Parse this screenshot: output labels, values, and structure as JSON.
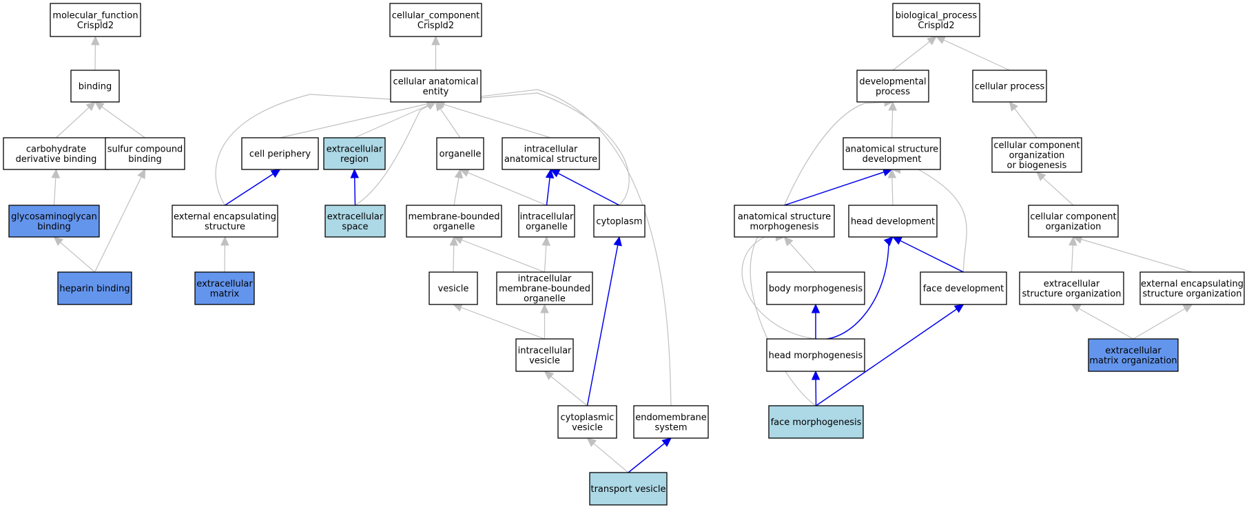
{
  "colors": {
    "node_default": "#ffffff",
    "node_highlight_dark": "#6495ed",
    "node_highlight_light": "#add8e6",
    "edge_gray": "#c0c0c0",
    "edge_blue": "#0000ee",
    "node_border": "#000000"
  },
  "nodes": {
    "mf_root": {
      "lines": [
        "molecular_function",
        "Crispld2"
      ],
      "fill": "white"
    },
    "binding": {
      "lines": [
        "binding"
      ],
      "fill": "white"
    },
    "carb_binding": {
      "lines": [
        "carbohydrate",
        "derivative binding"
      ],
      "fill": "white"
    },
    "sulfur_binding": {
      "lines": [
        "sulfur compound",
        "binding"
      ],
      "fill": "white"
    },
    "gag_binding": {
      "lines": [
        "glycosaminoglycan",
        "binding"
      ],
      "fill": "dark"
    },
    "heparin_binding": {
      "lines": [
        "heparin binding"
      ],
      "fill": "dark"
    },
    "cc_root": {
      "lines": [
        "cellular_component",
        "Crispld2"
      ],
      "fill": "white"
    },
    "cae": {
      "lines": [
        "cellular anatomical",
        "entity"
      ],
      "fill": "white"
    },
    "cell_periphery": {
      "lines": [
        "cell periphery"
      ],
      "fill": "white"
    },
    "ext_region": {
      "lines": [
        "extracellular",
        "region"
      ],
      "fill": "light"
    },
    "organelle": {
      "lines": [
        "organelle"
      ],
      "fill": "white"
    },
    "ic_anat": {
      "lines": [
        "intracellular",
        "anatomical structure"
      ],
      "fill": "white"
    },
    "ext_encap": {
      "lines": [
        "external encapsulating",
        "structure"
      ],
      "fill": "white"
    },
    "ext_space": {
      "lines": [
        "extracellular",
        "space"
      ],
      "fill": "light"
    },
    "mb_org": {
      "lines": [
        "membrane-bounded",
        "organelle"
      ],
      "fill": "white"
    },
    "ic_org": {
      "lines": [
        "intracellular",
        "organelle"
      ],
      "fill": "white"
    },
    "cytoplasm": {
      "lines": [
        "cytoplasm"
      ],
      "fill": "white"
    },
    "ecm": {
      "lines": [
        "extracellular",
        "matrix"
      ],
      "fill": "dark"
    },
    "vesicle": {
      "lines": [
        "vesicle"
      ],
      "fill": "white"
    },
    "ic_mb_org": {
      "lines": [
        "intracellular",
        "membrane-bounded",
        "organelle"
      ],
      "fill": "white"
    },
    "ic_vesicle": {
      "lines": [
        "intracellular",
        "vesicle"
      ],
      "fill": "white"
    },
    "cyto_vesicle": {
      "lines": [
        "cytoplasmic",
        "vesicle"
      ],
      "fill": "white"
    },
    "endomembrane": {
      "lines": [
        "endomembrane",
        "system"
      ],
      "fill": "white"
    },
    "transport_vesicle": {
      "lines": [
        "transport vesicle"
      ],
      "fill": "light"
    },
    "bp_root": {
      "lines": [
        "biological_process",
        "Crispld2"
      ],
      "fill": "white"
    },
    "dev_process": {
      "lines": [
        "developmental",
        "process"
      ],
      "fill": "white"
    },
    "cell_process": {
      "lines": [
        "cellular process"
      ],
      "fill": "white"
    },
    "asd": {
      "lines": [
        "anatomical structure",
        "development"
      ],
      "fill": "white"
    },
    "ccob": {
      "lines": [
        "cellular component",
        "organization",
        "or biogenesis"
      ],
      "fill": "white"
    },
    "asm": {
      "lines": [
        "anatomical structure",
        "morphogenesis"
      ],
      "fill": "white"
    },
    "head_dev": {
      "lines": [
        "head development"
      ],
      "fill": "white"
    },
    "cco": {
      "lines": [
        "cellular component",
        "organization"
      ],
      "fill": "white"
    },
    "body_morph": {
      "lines": [
        "body morphogenesis"
      ],
      "fill": "white"
    },
    "face_dev": {
      "lines": [
        "face development"
      ],
      "fill": "white"
    },
    "ext_struct_org": {
      "lines": [
        "extracellular",
        "structure organization"
      ],
      "fill": "white"
    },
    "ext_encap_org": {
      "lines": [
        "external encapsulating",
        "structure organization"
      ],
      "fill": "white"
    },
    "head_morph": {
      "lines": [
        "head morphogenesis"
      ],
      "fill": "white"
    },
    "ecm_org": {
      "lines": [
        "extracellular",
        "matrix organization"
      ],
      "fill": "dark"
    },
    "face_morph": {
      "lines": [
        "face morphogenesis"
      ],
      "fill": "light"
    }
  },
  "edges": [
    {
      "from": "binding",
      "to": "mf_root",
      "color": "gray"
    },
    {
      "from": "carb_binding",
      "to": "binding",
      "color": "gray"
    },
    {
      "from": "sulfur_binding",
      "to": "binding",
      "color": "gray"
    },
    {
      "from": "gag_binding",
      "to": "carb_binding",
      "color": "gray"
    },
    {
      "from": "heparin_binding",
      "to": "gag_binding",
      "color": "gray"
    },
    {
      "from": "heparin_binding",
      "to": "sulfur_binding",
      "color": "gray"
    },
    {
      "from": "cae",
      "to": "cc_root",
      "color": "gray"
    },
    {
      "from": "cell_periphery",
      "to": "cae",
      "color": "gray"
    },
    {
      "from": "ext_region",
      "to": "cae",
      "color": "gray"
    },
    {
      "from": "organelle",
      "to": "cae",
      "color": "gray"
    },
    {
      "from": "ic_anat",
      "to": "cae",
      "color": "gray"
    },
    {
      "from": "ext_encap",
      "to": "cae",
      "color": "gray"
    },
    {
      "from": "ext_space",
      "to": "cae",
      "color": "gray"
    },
    {
      "from": "cytoplasm",
      "to": "cae",
      "color": "gray"
    },
    {
      "from": "endomembrane",
      "to": "cae",
      "color": "gray"
    },
    {
      "from": "ext_encap",
      "to": "cell_periphery",
      "color": "blue"
    },
    {
      "from": "ext_space",
      "to": "ext_region",
      "color": "blue"
    },
    {
      "from": "mb_org",
      "to": "organelle",
      "color": "gray"
    },
    {
      "from": "ic_org",
      "to": "organelle",
      "color": "gray"
    },
    {
      "from": "ic_org",
      "to": "ic_anat",
      "color": "blue"
    },
    {
      "from": "cytoplasm",
      "to": "ic_anat",
      "color": "blue"
    },
    {
      "from": "ecm",
      "to": "ext_encap",
      "color": "gray"
    },
    {
      "from": "vesicle",
      "to": "mb_org",
      "color": "gray"
    },
    {
      "from": "ic_mb_org",
      "to": "mb_org",
      "color": "gray"
    },
    {
      "from": "ic_mb_org",
      "to": "ic_org",
      "color": "gray"
    },
    {
      "from": "ic_vesicle",
      "to": "vesicle",
      "color": "gray"
    },
    {
      "from": "ic_vesicle",
      "to": "ic_mb_org",
      "color": "gray"
    },
    {
      "from": "cyto_vesicle",
      "to": "ic_vesicle",
      "color": "gray"
    },
    {
      "from": "cyto_vesicle",
      "to": "cytoplasm",
      "color": "blue"
    },
    {
      "from": "transport_vesicle",
      "to": "cyto_vesicle",
      "color": "gray"
    },
    {
      "from": "transport_vesicle",
      "to": "endomembrane",
      "color": "blue"
    },
    {
      "from": "dev_process",
      "to": "bp_root",
      "color": "gray"
    },
    {
      "from": "cell_process",
      "to": "bp_root",
      "color": "gray"
    },
    {
      "from": "asd",
      "to": "dev_process",
      "color": "gray"
    },
    {
      "from": "asm",
      "to": "dev_process",
      "color": "gray"
    },
    {
      "from": "ccob",
      "to": "cell_process",
      "color": "gray"
    },
    {
      "from": "asm",
      "to": "asd",
      "color": "blue"
    },
    {
      "from": "head_dev",
      "to": "asd",
      "color": "gray"
    },
    {
      "from": "face_dev",
      "to": "asd",
      "color": "gray"
    },
    {
      "from": "cco",
      "to": "ccob",
      "color": "gray"
    },
    {
      "from": "body_morph",
      "to": "asm",
      "color": "gray"
    },
    {
      "from": "head_morph",
      "to": "asm",
      "color": "gray"
    },
    {
      "from": "face_morph",
      "to": "asm",
      "color": "gray"
    },
    {
      "from": "face_dev",
      "to": "head_dev",
      "color": "blue"
    },
    {
      "from": "head_morph",
      "to": "head_dev",
      "color": "blue"
    },
    {
      "from": "ext_struct_org",
      "to": "cco",
      "color": "gray"
    },
    {
      "from": "ext_encap_org",
      "to": "cco",
      "color": "gray"
    },
    {
      "from": "head_morph",
      "to": "body_morph",
      "color": "blue"
    },
    {
      "from": "face_morph",
      "to": "face_dev",
      "color": "blue"
    },
    {
      "from": "face_morph",
      "to": "head_morph",
      "color": "blue"
    },
    {
      "from": "ecm_org",
      "to": "ext_struct_org",
      "color": "gray"
    },
    {
      "from": "ecm_org",
      "to": "ext_encap_org",
      "color": "gray"
    }
  ]
}
